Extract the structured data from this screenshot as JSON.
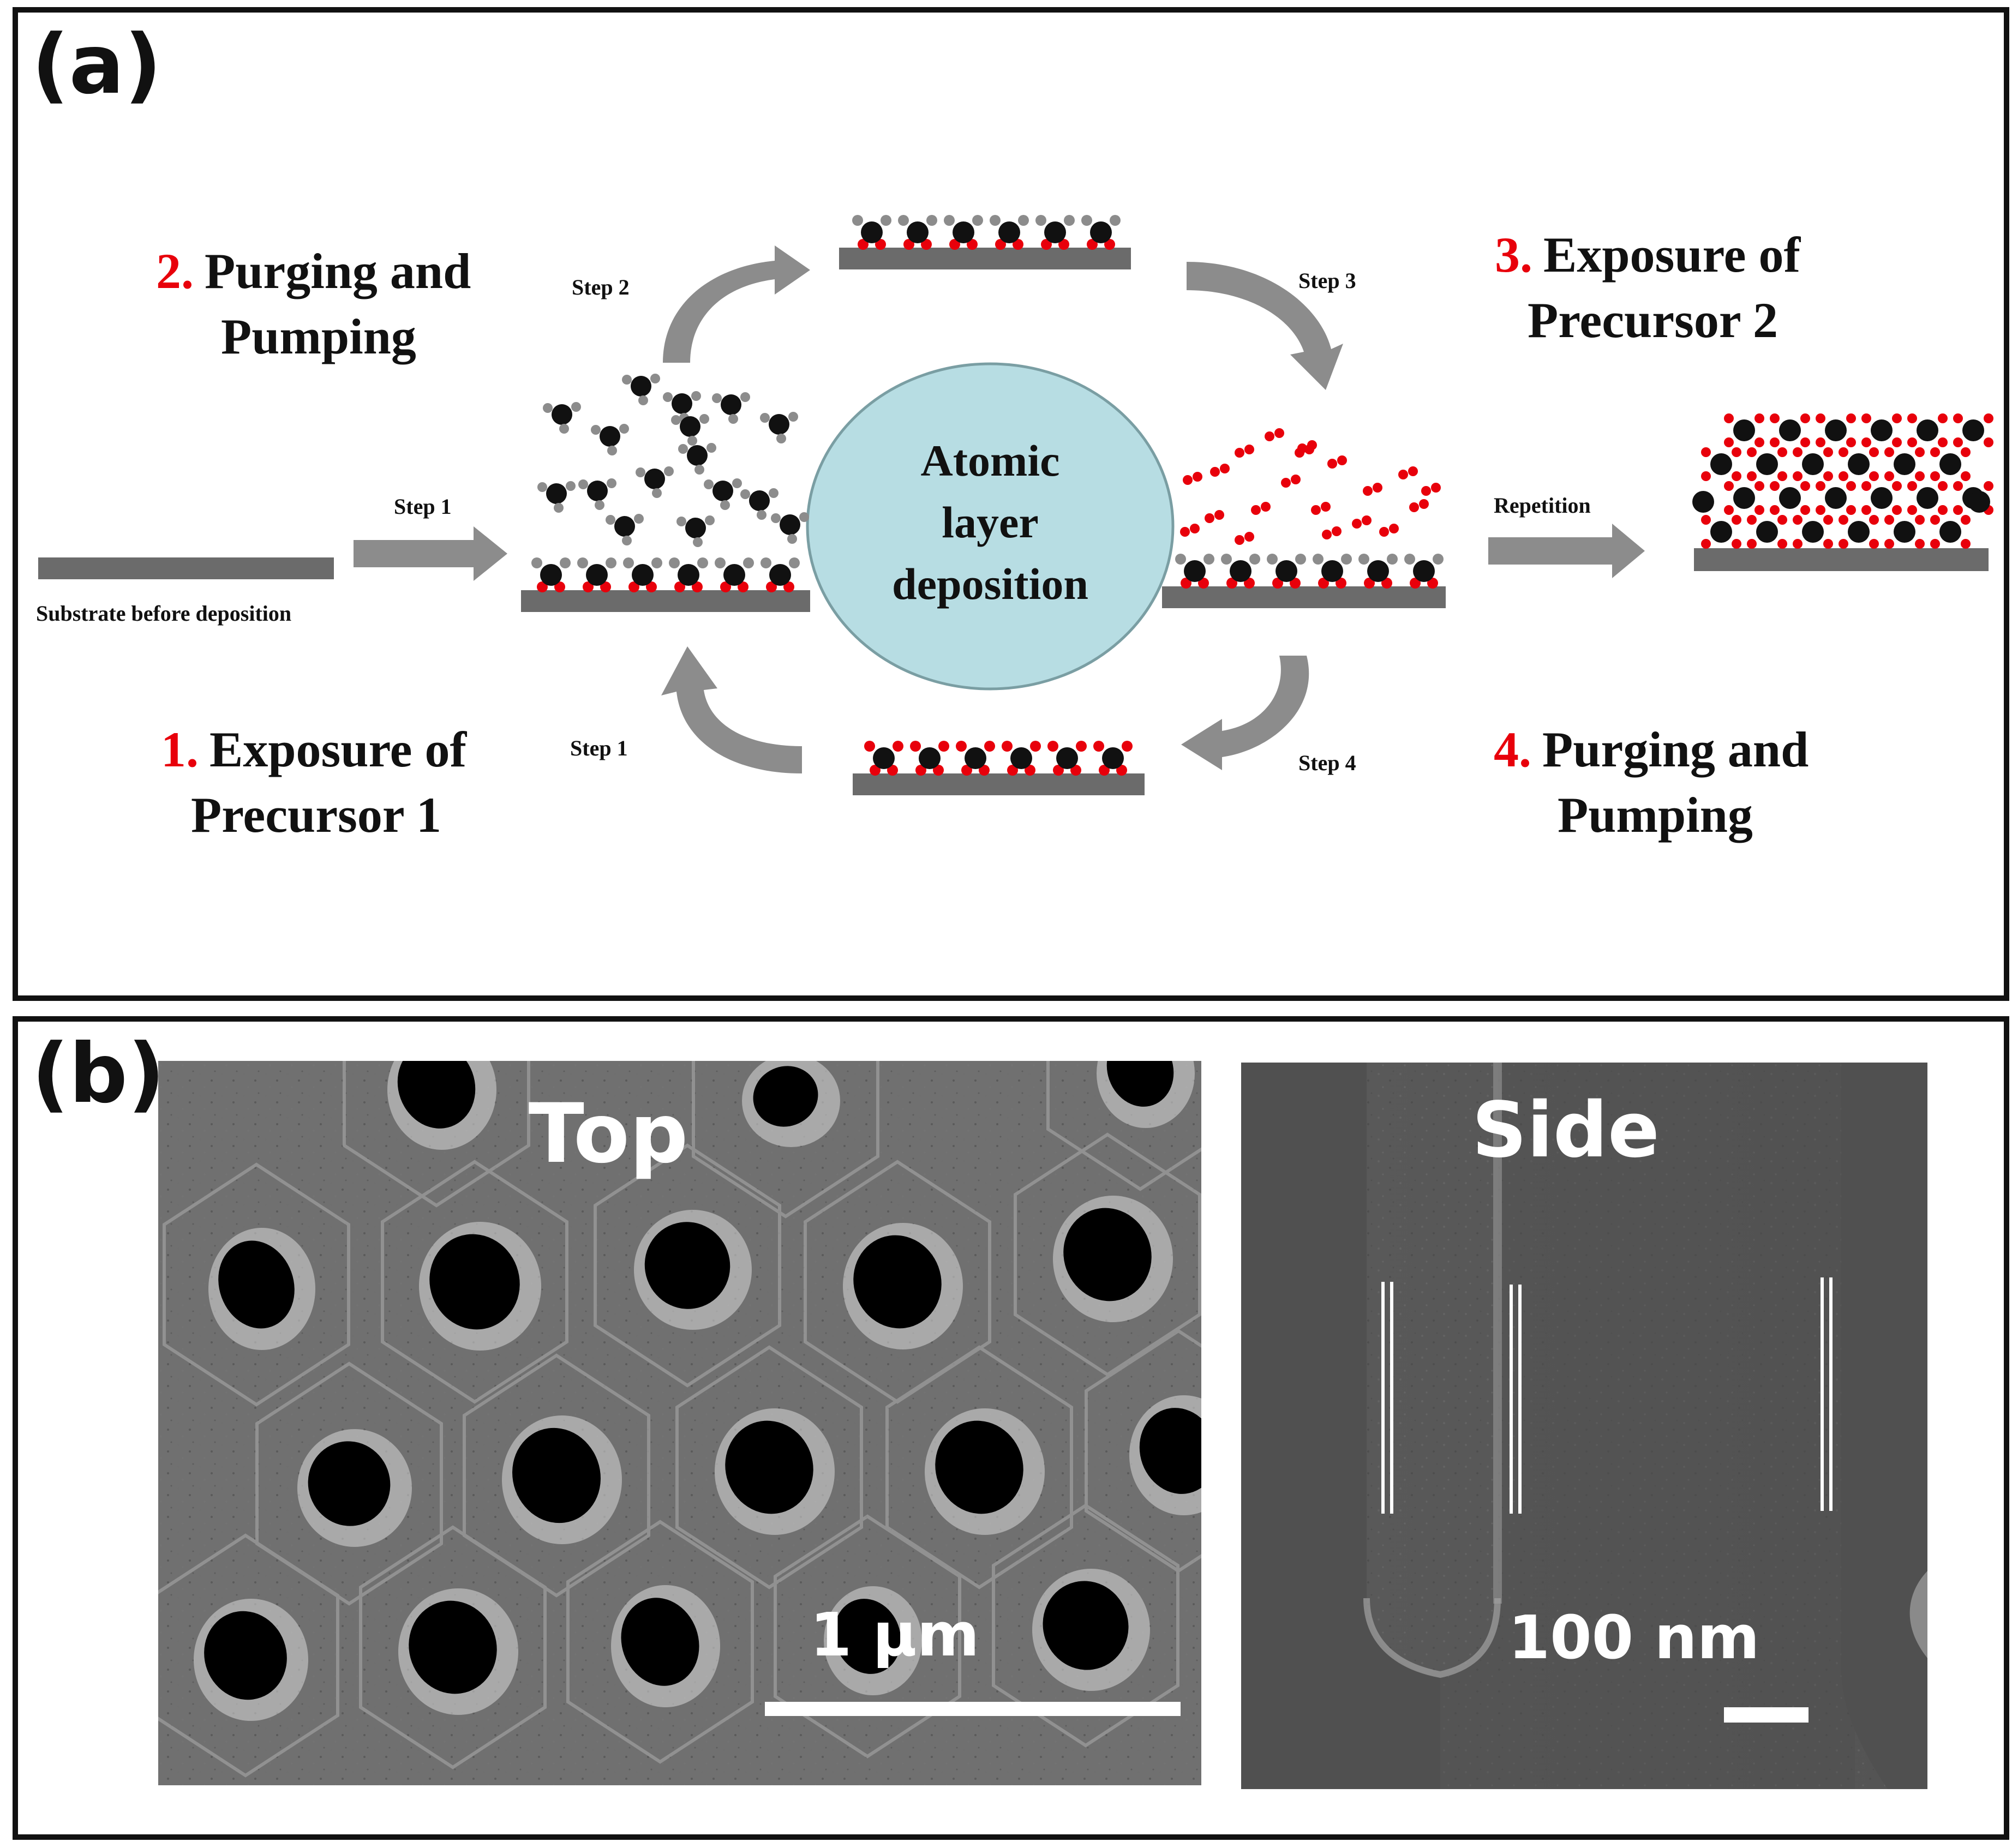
{
  "panel_a": {
    "label": "(a)",
    "center": {
      "line1": "Atomic",
      "line2": "layer",
      "line3": "deposition"
    },
    "substrate_caption": "Substrate before deposition",
    "steps": [
      {
        "num": "1.",
        "line1": "Exposure of",
        "line2": "Precursor 1"
      },
      {
        "num": "2.",
        "line1": "Purging and",
        "line2": "Pumping"
      },
      {
        "num": "3.",
        "line1": "Exposure of",
        "line2": "Precursor 2"
      },
      {
        "num": "4.",
        "line1": "Purging and",
        "line2": "Pumping"
      }
    ],
    "arrow_labels": {
      "step1_substrate": "Step 1",
      "step2": "Step 2",
      "step3": "Step 3",
      "step4": "Step 4",
      "step1_cycle": "Step 1",
      "repetition": "Repetition"
    },
    "colors": {
      "red": "#e8000b",
      "ald_circle": "#b7dde3",
      "arrow": "#8c8c8c",
      "substrate": "#6b6b6b"
    }
  },
  "panel_b": {
    "label": "(b)",
    "top": {
      "title": "Top",
      "scale": "1 µm"
    },
    "side": {
      "title": "Side",
      "scale": "100 nm"
    }
  }
}
